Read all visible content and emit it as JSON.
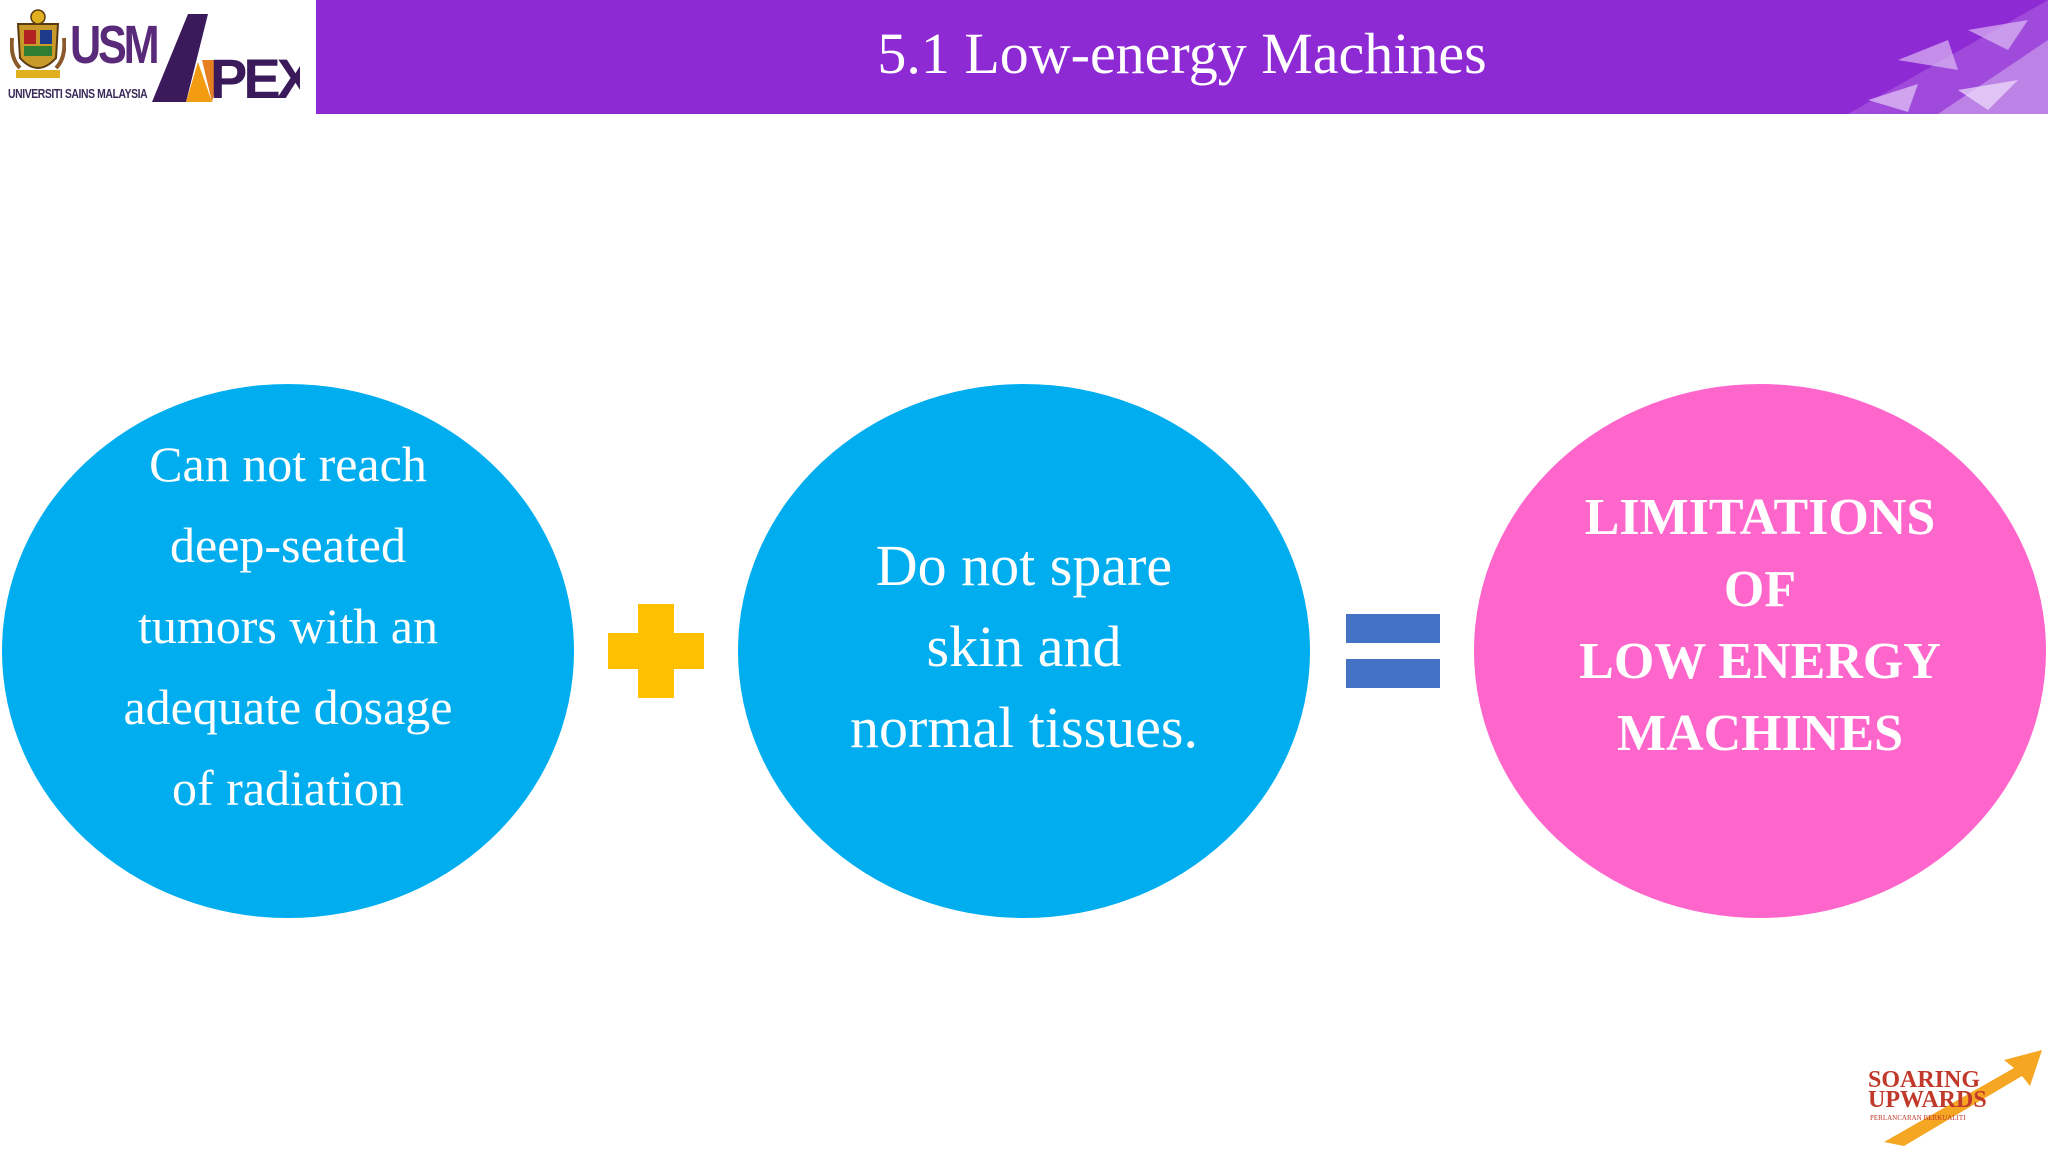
{
  "header": {
    "title": "5.1 Low-energy Machines",
    "usm_letters": "USM",
    "usm_subtitle": "UNIVERSITI SAINS MALAYSIA",
    "apex_logo": "APEX",
    "colors": {
      "bar": "#8e2ad4"
    }
  },
  "equation": {
    "left": {
      "text": "Can not reach\ndeep-seated\ntumors with an\nadequate dosage\nof radiation"
    },
    "operator1": "plus-icon",
    "middle": {
      "text": "Do not spare\nskin and\nnormal tissues."
    },
    "operator2": "equals-icon",
    "result": {
      "text": "LIMITATIONS\nOF\nLOW ENERGY\nMACHINES"
    },
    "colors": {
      "blue_circle": "#00adef",
      "pink_circle": "#ff66cc",
      "plus": "#ffc000",
      "equals": "#4472c4"
    }
  },
  "footer": {
    "soaring_logo": "SOARING\nUPWARDS",
    "soaring_sub": "PERLANCARAN BERKUALITI"
  }
}
